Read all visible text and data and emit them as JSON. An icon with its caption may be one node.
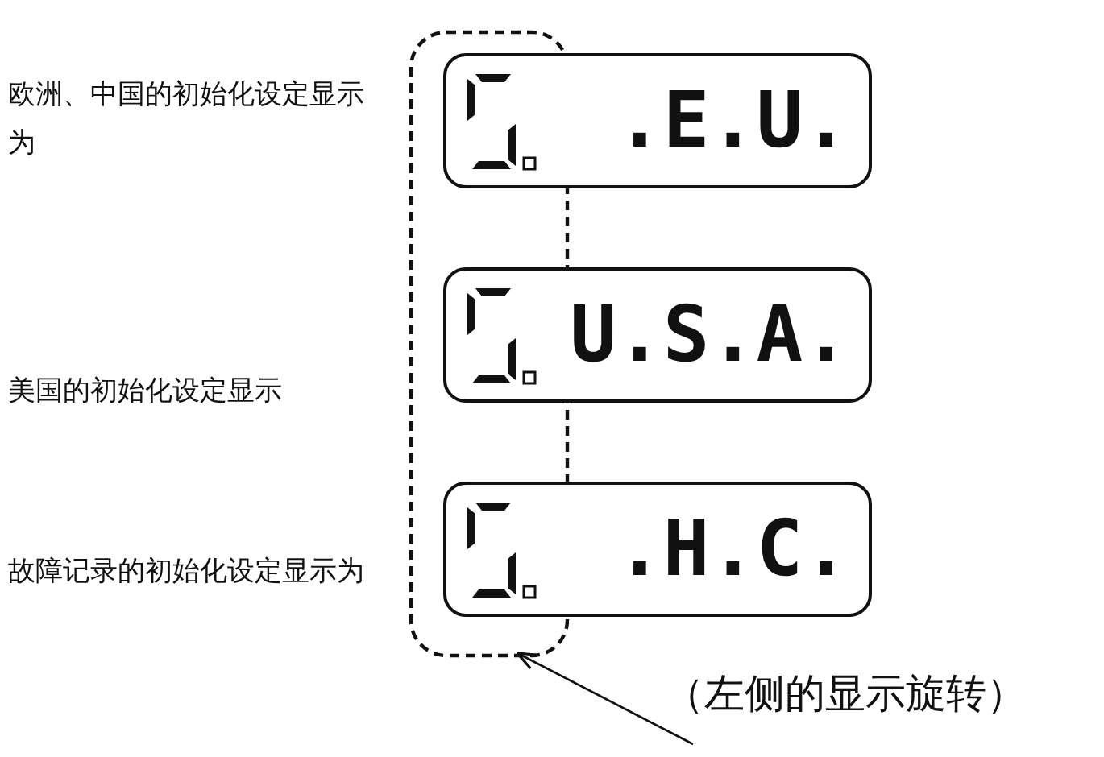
{
  "diagram": {
    "nodes": [
      {
        "text": [
          ".E.U."
        ]
      },
      {
        "text": [
          "U.S.A."
        ]
      },
      {
        "text": [
          ".H.C."
        ]
      },
      {
        "text": [],
        "shape": "box"
      },
      {
        "text": [
          "（左侧的显示旋转）"
        ]
      }
    ],
    "edges": [
      {
        "from": 4,
        "to": 3,
        "arrow": "to"
      }
    ],
    "labels": [
      "欧洲、中国的初始化设定显示为",
      "美国的初始化设定显示",
      "故障记录的初始化设定显示为"
    ]
  }
}
